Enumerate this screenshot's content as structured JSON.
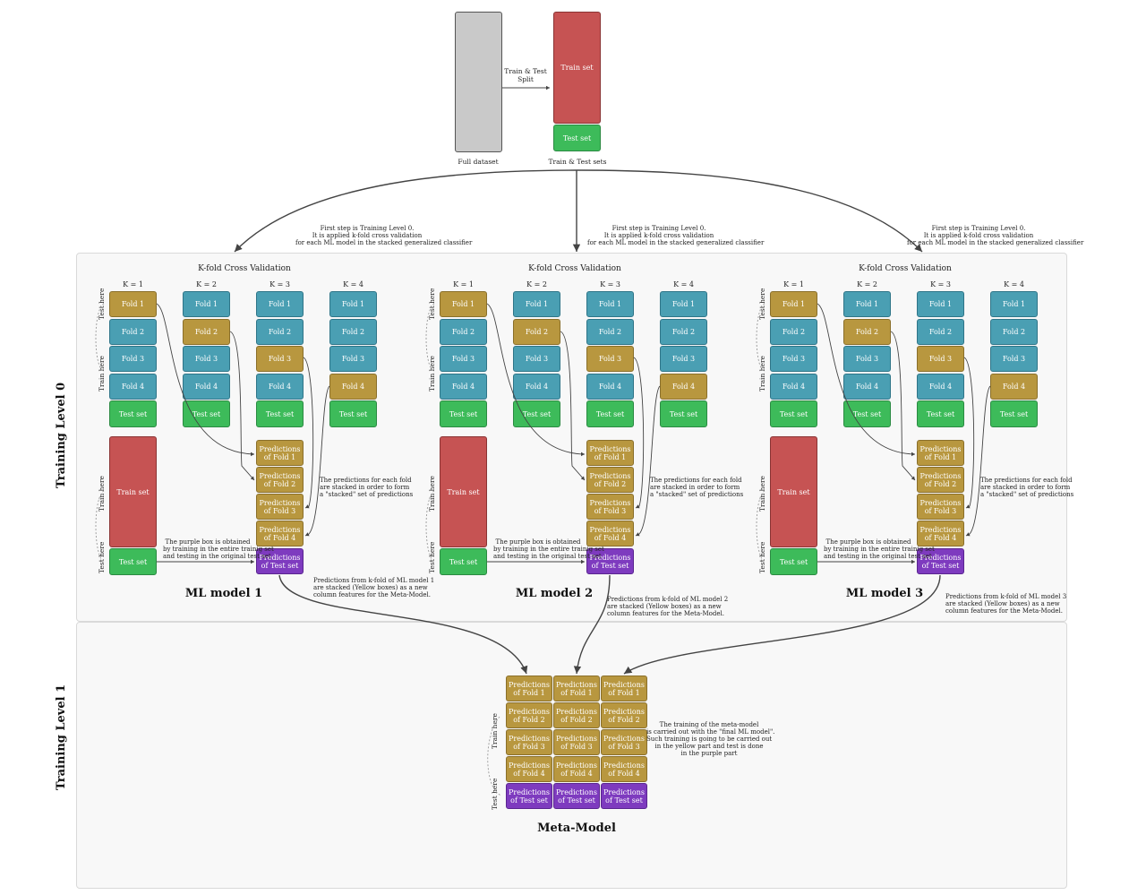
{
  "top": {
    "full_dataset": "Full dataset",
    "split_label_1": "Train & Test",
    "split_label_2": "Split",
    "train_set": "Train set",
    "test_set": "Test set",
    "sets_label": "Train & Test sets"
  },
  "annotations": {
    "first_step_1": "First step is Training Level 0.",
    "first_step_2": "It is applied k-fold cross validation",
    "first_step_3": "for each ML model in the stacked generalized classifier",
    "stacked_1": "The predictions for each fold",
    "stacked_2": "are stacked in order to form",
    "stacked_3": "a \"stacked\" set of predictions",
    "purple_1": "The purple box is obtained",
    "purple_2": "by training in the entire trainig set",
    "purple_3": "and testing in the original test set",
    "meta_1": "The training of the meta-model",
    "meta_2": "is carried out with the \"final ML model\".",
    "meta_3": "Such training is going to be carried out",
    "meta_4": "in the yellow part and test is done",
    "meta_5": "in the purple part"
  },
  "features_note": [
    [
      "Predictions from k-fold of ML model 1",
      "are stacked (Yellow boxes) as a new",
      "column features for the Meta-Model."
    ],
    [
      "Predictions from k-fold of ML model 2",
      "are stacked (Yellow boxes) as a new",
      "column features for the Meta-Model."
    ],
    [
      "Predictions from k-fold of ML model 3",
      "are stacked (Yellow boxes) as a new",
      "column features for the Meta-Model."
    ]
  ],
  "levels": {
    "level0": "Training Level 0",
    "level1": "Training Level 1"
  },
  "cv_title": "K-fold Cross Validation",
  "k_labels": [
    "K = 1",
    "K = 2",
    "K = 3",
    "K = 4"
  ],
  "folds": [
    "Fold 1",
    "Fold 2",
    "Fold 3",
    "Fold 4"
  ],
  "test_set": "Test set",
  "train_set": "Train set",
  "test_here": "Test here",
  "train_here": "Train here",
  "predictions": [
    "Predictions\nof Fold 1",
    "Predictions\nof Fold 2",
    "Predictions\nof Fold 3",
    "Predictions\nof Fold 4"
  ],
  "pred_test": "Predictions\nof Test set",
  "models": [
    "ML model 1",
    "ML model 2",
    "ML model 3"
  ],
  "meta_model": "Meta-Model",
  "colors": {
    "fold": "#4a9fb3",
    "test": "#3dbb5a",
    "pred": "#b8973f",
    "purple": "#7e3bbf",
    "train": "#c65353",
    "full": "#c9c9c9"
  }
}
